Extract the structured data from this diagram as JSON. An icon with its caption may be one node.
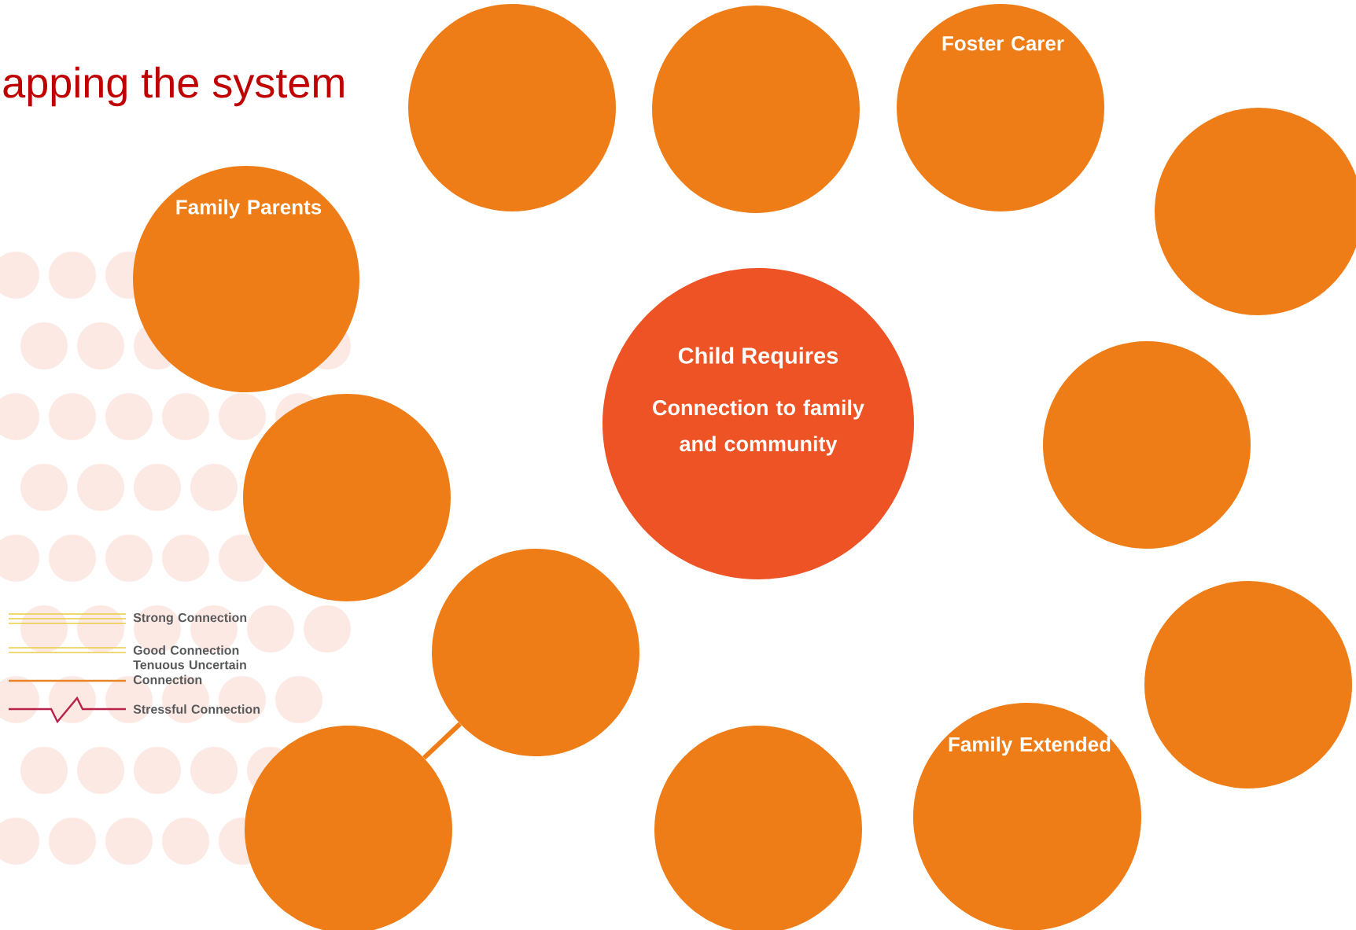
{
  "diagram": {
    "title": "apping the system",
    "nodes": [
      {
        "text": [],
        "shape": "circle"
      },
      {
        "text": [],
        "shape": "circle"
      },
      {
        "text": [
          "Foster Carer"
        ]
      },
      {
        "text": [],
        "shape": "circle"
      },
      {
        "text": [
          "Family Parents"
        ]
      },
      {
        "text": [
          "Child Requires",
          "Connection to family and community"
        ]
      },
      {
        "text": [],
        "shape": "circle"
      },
      {
        "text": [],
        "shape": "circle"
      },
      {
        "text": [],
        "shape": "circle"
      },
      {
        "text": [],
        "shape": "circle"
      },
      {
        "text": [
          "Family Extended"
        ]
      },
      {
        "text": [],
        "shape": "circle"
      },
      {
        "text": [],
        "shape": "circle"
      }
    ],
    "edges": [
      {
        "from": 8,
        "to": 11,
        "arrow": "none"
      }
    ],
    "legend": [
      {
        "text": "Strong Connection"
      },
      {
        "text": "Good Connection"
      },
      {
        "text": "Tenuous Uncertain Connection"
      },
      {
        "text": "Stressful Connection"
      }
    ]
  }
}
